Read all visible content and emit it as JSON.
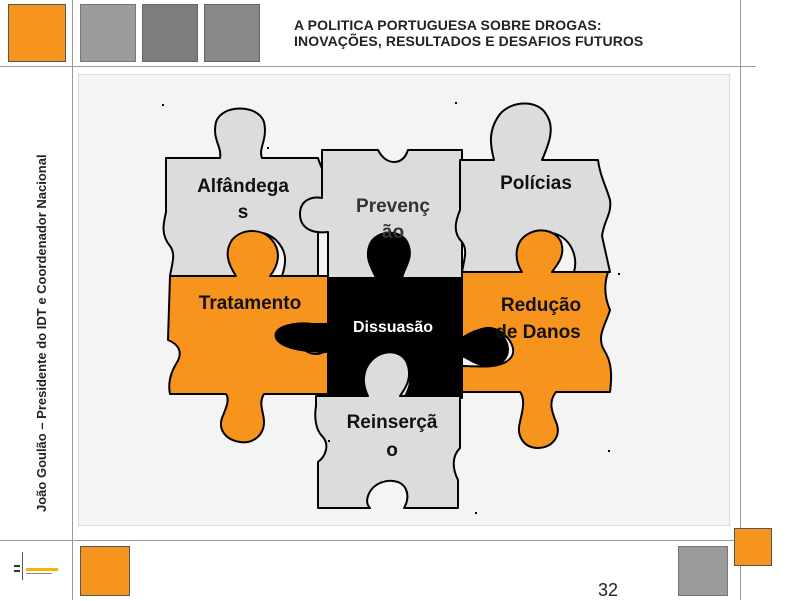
{
  "header": {
    "title_line1": "A POLITICA PORTUGUESA SOBRE DROGAS:",
    "title_line2": "INOVAÇÕES, RESULTADOS E DESAFIOS FUTUROS"
  },
  "sidebar": {
    "author": "João Goulão – Presidente do IDT e Coordenador Nacional"
  },
  "puzzle": {
    "alfandegas": [
      "Alfândega",
      "s"
    ],
    "prevencao": [
      "Prevenç",
      "ão"
    ],
    "policias": "Polícias",
    "tratamento": "Tratamento",
    "dissuasao": "Dissuasão",
    "reducao": [
      "Redução",
      "de Danos"
    ],
    "reinsercao": [
      "Reinserçã",
      "o"
    ]
  },
  "footer": {
    "page_number": "32"
  },
  "colors": {
    "orange": "#f7941d",
    "gray_piece": "#dcdcdc",
    "black_piece": "#000000"
  }
}
